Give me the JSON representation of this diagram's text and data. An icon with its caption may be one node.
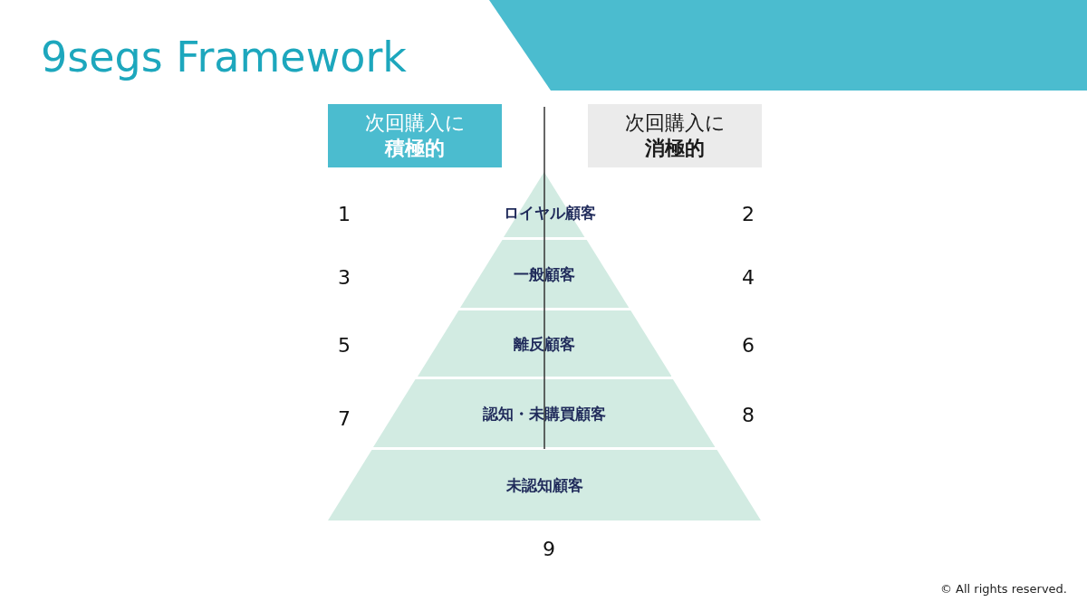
{
  "diagram": {
    "title": "9segs Framework",
    "nodes": [
      {
        "text": [
          "次回購入に",
          "積極的"
        ]
      },
      {
        "text": [
          "次回購入に",
          "消極的"
        ]
      },
      {
        "text": [
          "ロイヤル顧客"
        ]
      },
      {
        "text": [
          "一般顧客"
        ]
      },
      {
        "text": [
          "離反顧客"
        ]
      },
      {
        "text": [
          "認知・未購買顧客"
        ]
      },
      {
        "text": [
          "未認知顧客"
        ]
      }
    ],
    "labels": [
      "1",
      "2",
      "3",
      "4",
      "5",
      "6",
      "7",
      "8",
      "9",
      "© All rights reserved."
    ]
  }
}
